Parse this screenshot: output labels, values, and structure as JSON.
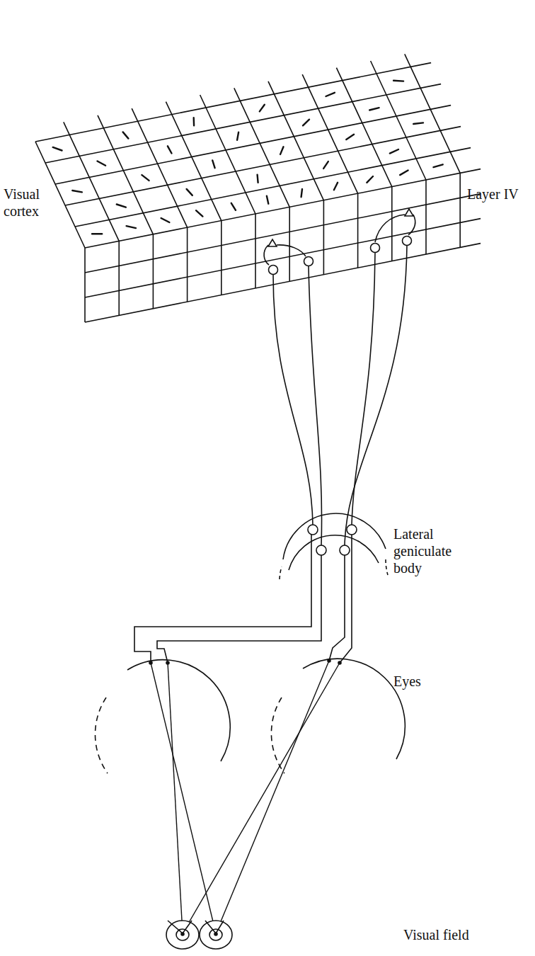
{
  "diagram": {
    "labels": [
      "Visual cortex",
      "Layer IV",
      "Lateral geniculate body",
      "Eyes",
      "Visual field"
    ]
  }
}
